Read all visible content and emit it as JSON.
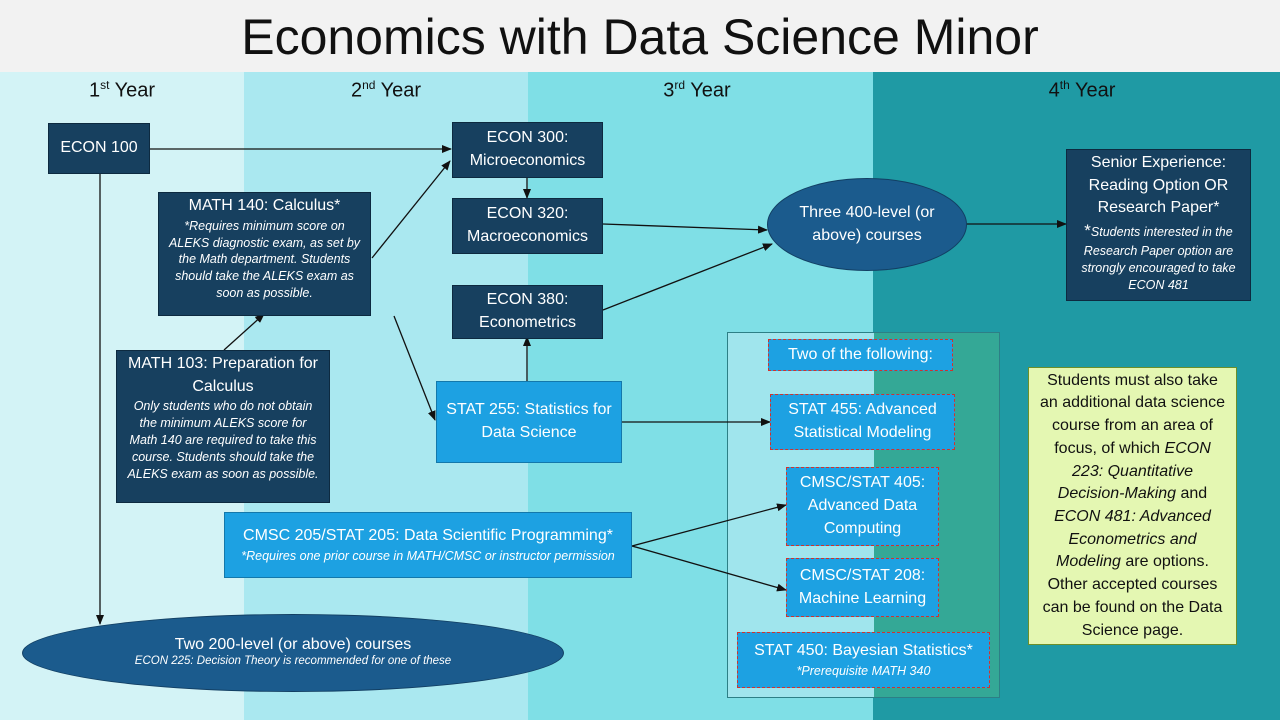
{
  "title": "Economics with Data Science Minor",
  "years": [
    {
      "num": "1",
      "sup": "st",
      "label": "Year"
    },
    {
      "num": "2",
      "sup": "nd",
      "label": "Year"
    },
    {
      "num": "3",
      "sup": "rd",
      "label": "Year"
    },
    {
      "num": "4",
      "sup": "th",
      "label": "Year"
    }
  ],
  "courses": {
    "econ100": {
      "label": "ECON 100"
    },
    "math140": {
      "label": "MATH 140: Calculus*",
      "note": "*Requires minimum score on ALEKS diagnostic exam, as set by the Math department. Students should take the ALEKS exam as soon as possible."
    },
    "math103": {
      "label": "MATH 103: Preparation for Calculus",
      "note": "Only students who do not obtain the minimum ALEKS score for Math 140 are required to take this course.  Students should take the ALEKS exam as soon as possible."
    },
    "econ300": {
      "label": "ECON 300: Microeconomics"
    },
    "econ320": {
      "label": "ECON 320: Macroeconomics"
    },
    "econ380": {
      "label": "ECON 380: Econometrics"
    },
    "stat255": {
      "label": "STAT 255: Statistics for Data Science"
    },
    "cmsc205": {
      "label": "CMSC 205/STAT 205: Data Scientific Programming*",
      "note": "*Requires one prior course in MATH/CMSC or instructor permission"
    },
    "three400": {
      "label": "Three 400-level (or above) courses"
    },
    "two200": {
      "label": "Two 200-level (or above) courses",
      "note": "ECON 225:  Decision Theory is recommended for one of these"
    },
    "senior": {
      "label": "Senior Experience: Reading Option OR Research Paper*",
      "star": "*",
      "note": "Students interested in the Research Paper option are strongly encouraged to take ECON 481"
    }
  },
  "electives": {
    "header": "Two of the following:",
    "stat455": {
      "label": "STAT 455: Advanced Statistical Modeling"
    },
    "cmsc405": {
      "label": "CMSC/STAT 405: Advanced Data Computing"
    },
    "cmsc208": {
      "label": "CMSC/STAT 208: Machine Learning"
    },
    "stat450": {
      "label": "STAT 450: Bayesian Statistics*",
      "note": "*Prerequisite MATH 340"
    }
  },
  "info": {
    "p1": "Students must also take an additional data science course from an area of focus, of which ",
    "c1": "ECON 223: Quantitative Decision-Making",
    "p2": " and ",
    "c2": "ECON 481: Advanced Econometrics and Modeling",
    "p3": " are options. Other accepted courses can be found on the Data Science page."
  },
  "colors": {
    "band1": "#d3f3f6",
    "band2": "#aae8f0",
    "band3": "#7fdfe6",
    "band4": "#1f9aa4",
    "dark_box": "#17405f",
    "light_box": "#1da1e2",
    "ellipse": "#1b5b8d",
    "info_box": "#e4f7b2"
  }
}
